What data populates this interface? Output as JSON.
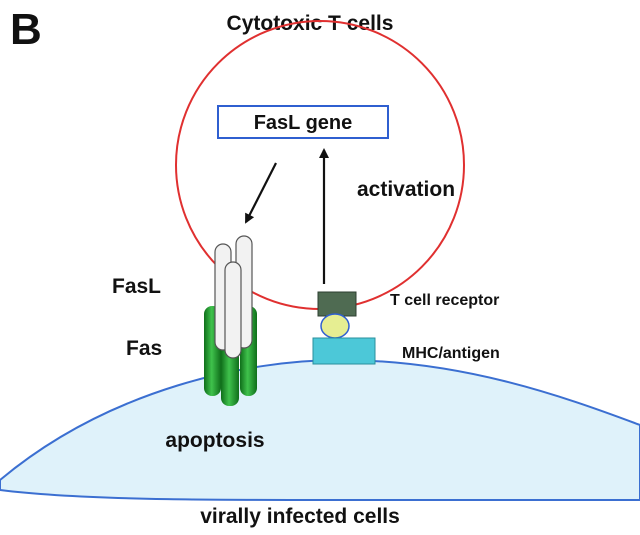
{
  "panel_letter": "B",
  "labels": {
    "top_cell": "Cytotoxic T cells",
    "bottom_cell": "virally infected cells",
    "gene": "FasL gene",
    "activation": "activation",
    "fasl": "FasL",
    "fas": "Fas",
    "apoptosis": "apoptosis",
    "tcr": "T cell receptor",
    "mhc": "MHC/antigen"
  },
  "colors": {
    "t_cell_outline": "#e03030",
    "infected_cell_fill": "#dff2fa",
    "infected_cell_outline": "#3b6fd1",
    "gene_box": "#2f5fd0",
    "fas": "#1f9a2c",
    "fasl": "#f2f2f2",
    "tcr": "#4f6b52",
    "mhc": "#4cc8d8",
    "antigen": "#e6ee92"
  }
}
